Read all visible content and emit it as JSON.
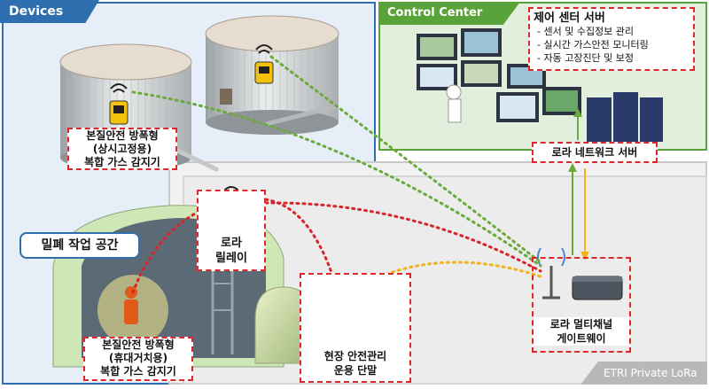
{
  "sections": {
    "devices_label": "Devices",
    "control_center_label": "Control Center Server",
    "private_lora_label": "ETRI Private LoRa"
  },
  "callout": {
    "text": "밀폐 작업 공간"
  },
  "boxes": {
    "fixed_detector": {
      "lines": [
        "본질안전 방폭형",
        "(상시고정용)",
        "복합 가스 감지기"
      ]
    },
    "portable_detector": {
      "lines": [
        "본질안전 방폭형",
        "(휴대거치용)",
        "복합 가스 감지기"
      ]
    },
    "relay": {
      "lines": [
        "로라",
        "릴레이"
      ]
    },
    "terminal": {
      "lines": [
        "현장 안전관리",
        "운용 단말"
      ]
    },
    "gateway": {
      "lines": [
        "로라 멀티채널",
        "게이트웨이"
      ]
    },
    "network_server": {
      "lines": [
        "로라 네트워크 서버"
      ]
    },
    "control_server": {
      "title": "제어 센터 서버",
      "items": [
        "- 센서 및 수집정보 관리",
        "- 실시간 가스안전 모니터링",
        "- 자동 고장진단 및 보정"
      ]
    }
  },
  "colors": {
    "devices": "#2f6fb0",
    "control_center": "#5aa33a",
    "lora": "#b8b8b8",
    "label_border": "#e0262b",
    "link_fixed": "#6aaa3a",
    "link_relay": "#d7262b",
    "link_terminal": "#f2b21a"
  }
}
